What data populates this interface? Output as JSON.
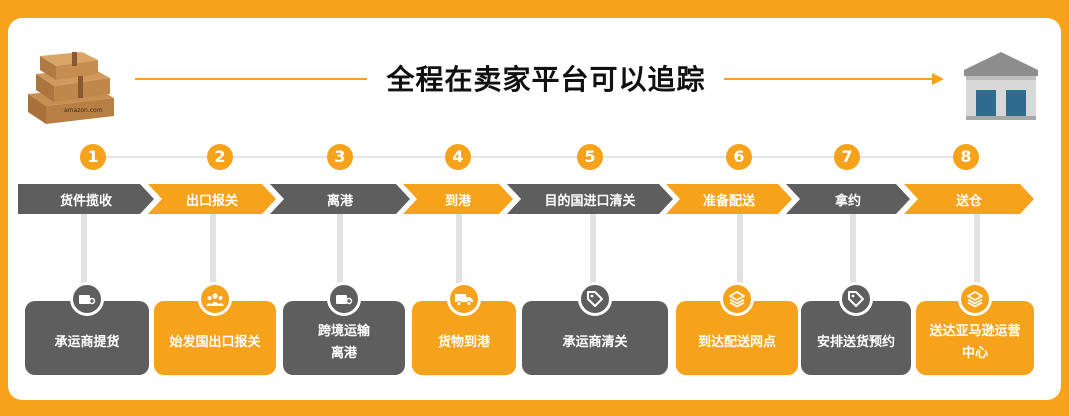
{
  "title": "全程在卖家平台可以追踪",
  "boxes_logo_text": "amazon.com",
  "colors": {
    "accent": "#F7A21B",
    "gray": "#5E5E5E",
    "track": "#E6E6E6"
  },
  "steps": [
    {
      "num": "1",
      "label": "货件揽收",
      "desc": "承运商提货",
      "style": "gray",
      "icon": "shipment-icon"
    },
    {
      "num": "2",
      "label": "出口报关",
      "desc": "始发国出口报关",
      "style": "orange",
      "icon": "people-icon"
    },
    {
      "num": "3",
      "label": "离港",
      "desc": "跨境运输\n离港",
      "style": "gray",
      "icon": "shipment-icon"
    },
    {
      "num": "4",
      "label": "到港",
      "desc": "货物到港",
      "style": "orange",
      "icon": "truck-icon"
    },
    {
      "num": "5",
      "label": "目的国进口清关",
      "desc": "承运商清关",
      "style": "gray",
      "icon": "tag-icon"
    },
    {
      "num": "6",
      "label": "准备配送",
      "desc": "到达配送网点",
      "style": "orange",
      "icon": "layers-icon"
    },
    {
      "num": "7",
      "label": "拿约",
      "desc": "安排送货预约",
      "style": "gray",
      "icon": "tag-icon"
    },
    {
      "num": "8",
      "label": "送仓",
      "desc": "送达亚马逊运营\n中心",
      "style": "orange",
      "icon": "layers-icon"
    }
  ]
}
